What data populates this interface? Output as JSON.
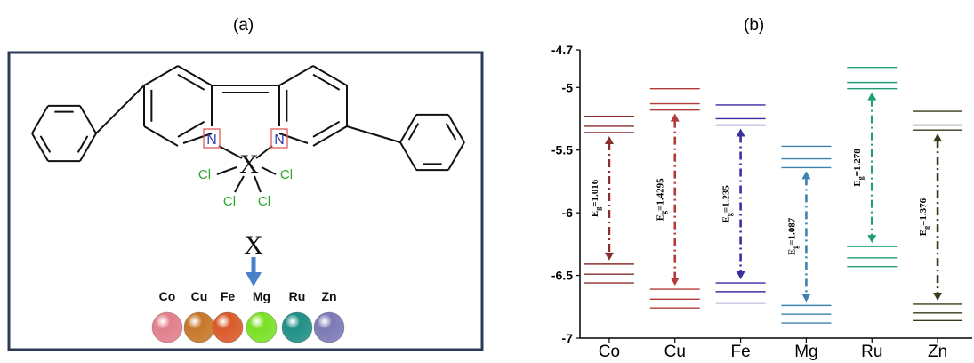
{
  "panel_a": {
    "label": "(a)",
    "atoms": {
      "N": "N",
      "X": "X",
      "Cl": "Cl"
    },
    "arrow_label": "X",
    "metals": [
      {
        "symbol": "Co",
        "color": "#e27f8c"
      },
      {
        "symbol": "Cu",
        "color": "#c8772a"
      },
      {
        "symbol": "Fe",
        "color": "#d95b2a"
      },
      {
        "symbol": "Mg",
        "color": "#7be026"
      },
      {
        "symbol": "Ru",
        "color": "#1f8f86"
      },
      {
        "symbol": "Zn",
        "color": "#7d79b6"
      }
    ],
    "colors": {
      "frame": "#2b3a55",
      "nitrogen": "#2f3fb5",
      "chlorine": "#2ba82b",
      "nbox": "#e05a5a",
      "arrow": "#4a7fc9"
    }
  },
  "panel_b": {
    "label": "(b)",
    "chart_data": {
      "type": "energy-level-diagram",
      "ylim": [
        -7,
        -4.7
      ],
      "yticks": [
        "-4.7",
        "-5",
        "-5.5",
        "-6",
        "-6.5",
        "-7"
      ],
      "categories": [
        "Co",
        "Cu",
        "Fe",
        "Mg",
        "Ru",
        "Zn"
      ],
      "series": [
        {
          "metal": "Co",
          "color": "#8b2e2e",
          "lumo_levels": [
            -5.23,
            -5.31,
            -5.36
          ],
          "homo_levels": [
            -6.41,
            -6.49,
            -6.56
          ],
          "gap_label": "1.016"
        },
        {
          "metal": "Cu",
          "color": "#b33a3a",
          "lumo_levels": [
            -5.01,
            -5.13,
            -5.18
          ],
          "homo_levels": [
            -6.61,
            -6.69,
            -6.76
          ],
          "gap_label": "1.4295"
        },
        {
          "metal": "Fe",
          "color": "#3a2fa0",
          "lumo_levels": [
            -5.14,
            -5.25,
            -5.3
          ],
          "homo_levels": [
            -6.56,
            -6.63,
            -6.72
          ],
          "gap_label": "1.235"
        },
        {
          "metal": "Mg",
          "color": "#3d83b0",
          "lumo_levels": [
            -5.47,
            -5.57,
            -5.64
          ],
          "homo_levels": [
            -6.74,
            -6.81,
            -6.88
          ],
          "gap_label": "1.087"
        },
        {
          "metal": "Ru",
          "color": "#1f9e6f",
          "lumo_levels": [
            -4.84,
            -4.96,
            -5.01
          ],
          "homo_levels": [
            -6.27,
            -6.36,
            -6.43
          ],
          "gap_label": "1.278"
        },
        {
          "metal": "Zn",
          "color": "#3a3a1a",
          "lumo_levels": [
            -5.19,
            -5.3,
            -5.34
          ],
          "homo_levels": [
            -6.73,
            -6.8,
            -6.86
          ],
          "gap_label": "1.376"
        }
      ],
      "gap_prefix": "E",
      "gap_subscript": "g",
      "gap_equals": "="
    }
  }
}
